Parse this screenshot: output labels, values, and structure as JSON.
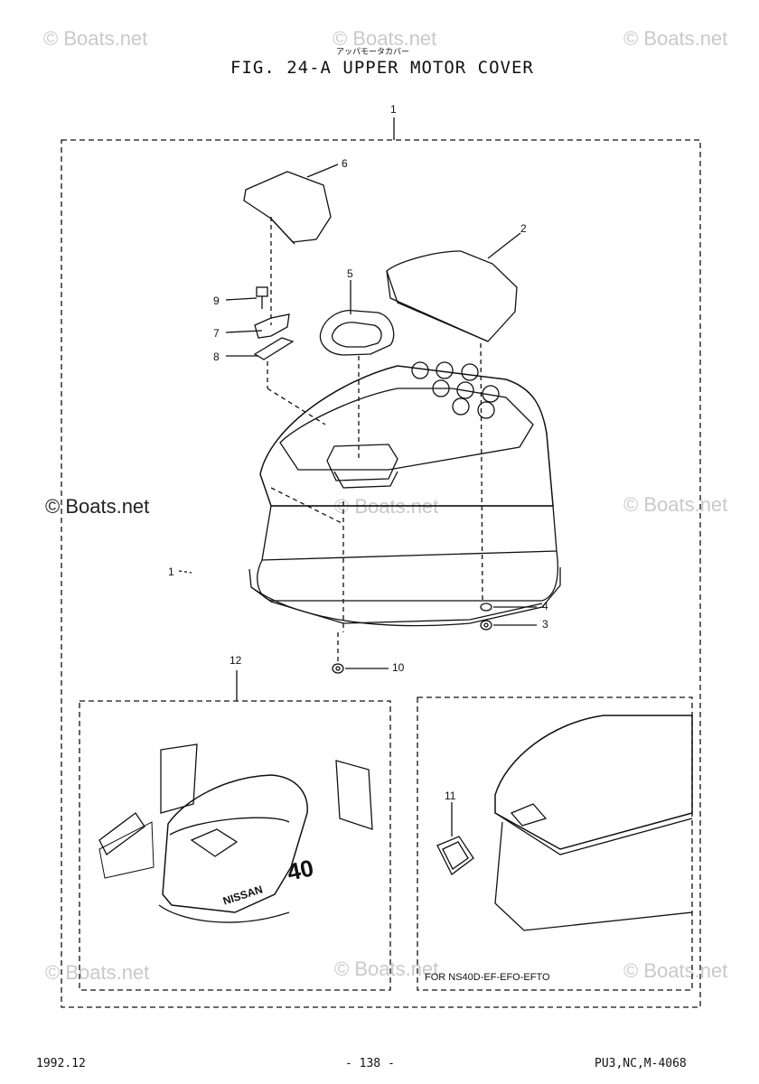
{
  "header": {
    "subtitle": "アッパモータカバー",
    "title": "FIG. 24-A UPPER MOTOR COVER"
  },
  "watermark": "© Boats.net",
  "callouts": {
    "c1_top": "1",
    "c1_side": "1",
    "c2": "2",
    "c3": "3",
    "c4": "4",
    "c5": "5",
    "c6": "6",
    "c7": "7",
    "c8": "8",
    "c9": "9",
    "c10": "10",
    "c11": "11",
    "c12": "12"
  },
  "decals": {
    "brand": "NISSAN",
    "model": "40"
  },
  "variant_note": "FOR NS40D-EF-EFO-EFTO",
  "footer": {
    "date": "1992.12",
    "page": "- 138 -",
    "code": "PU3,NC,M-4068"
  }
}
